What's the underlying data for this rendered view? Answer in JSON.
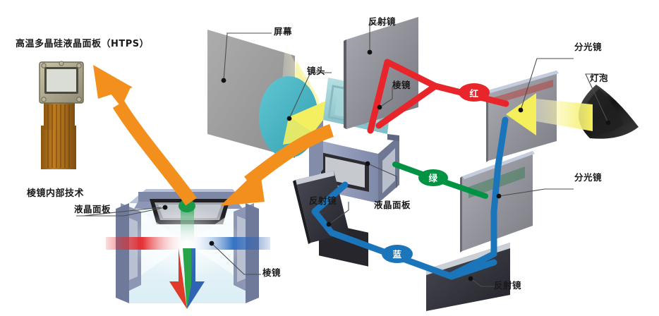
{
  "diagram": {
    "title_label": "高温多晶硅液晶面板（HTPS）",
    "subtitle_label": "棱镜内部技术",
    "labels": {
      "screen": "屏幕",
      "lens": "镜头",
      "mirror_top": "反射镜",
      "mirror_mid": "反射镜",
      "mirror_bottom": "反射镜",
      "prism_center": "棱镜",
      "prism_left": "棱镜",
      "lcd_panel_center": "液晶面板",
      "lcd_panel_left": "液晶面板",
      "dichroic_top": "分光镜",
      "dichroic_bottom": "分光镜",
      "lamp": "灯泡"
    },
    "beam_tags": {
      "red": "红",
      "green": "绿",
      "blue": "蓝"
    },
    "colors": {
      "red_beam": "#e8252a",
      "green_beam": "#009344",
      "blue_beam": "#1b75bb",
      "orange_arrow": "#f3901d",
      "lens_teal": "#4cb8c4",
      "lamp_glow": "#f2e84b",
      "screen_grey": "#9d9d9d",
      "mirror_grey": "#8c8c93",
      "mirror_dark": "#3a3a42",
      "prism_body": "#97a0bd",
      "prism_glass": "#9fd3d8",
      "htps_ribbon": "#b5701b",
      "text": "#1a1a1a"
    }
  }
}
